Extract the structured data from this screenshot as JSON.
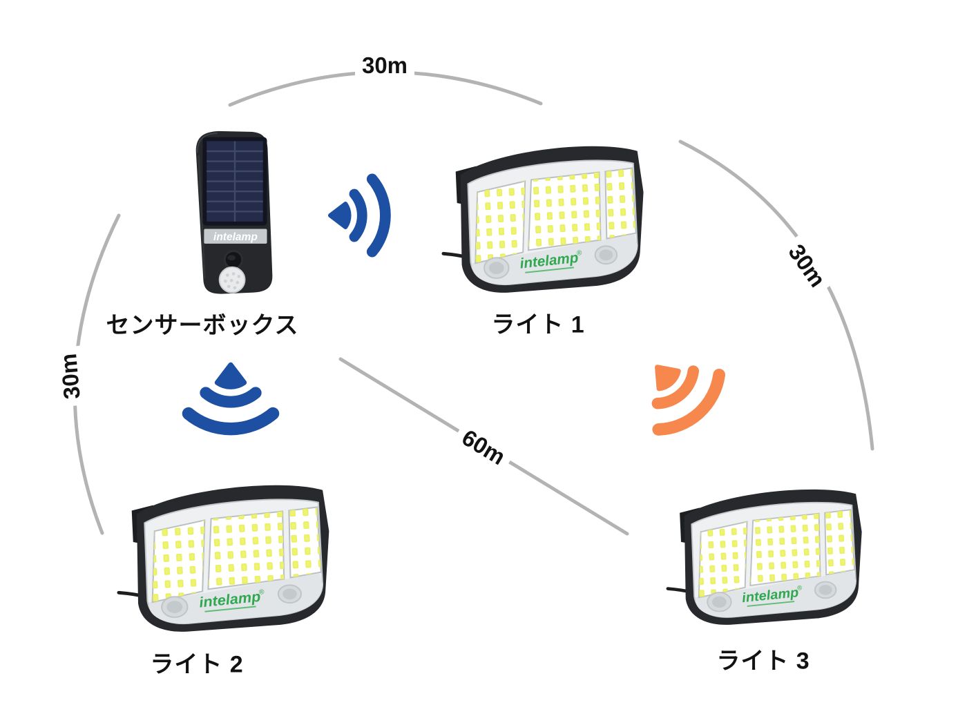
{
  "diagram": {
    "device_labels": {
      "sensor_box": "センサーボックス",
      "light_1": "ライト 1",
      "light_2": "ライト 2",
      "light_3": "ライト 3"
    },
    "distance_labels": {
      "top_arc": "30m",
      "left_arc": "30m",
      "right_arc": "30m",
      "diagonal_line": "60m"
    },
    "brand": {
      "name": "intelamp",
      "registered_mark": "®"
    },
    "colors": {
      "signal_blue": "#1d4fa3",
      "signal_orange": "#f6874d",
      "connector_gray": "#b3b3b3",
      "label_text": "#121212",
      "brand_green": "#2fa84f",
      "led_yellow": "#e8ef62",
      "background": "#ffffff"
    }
  }
}
